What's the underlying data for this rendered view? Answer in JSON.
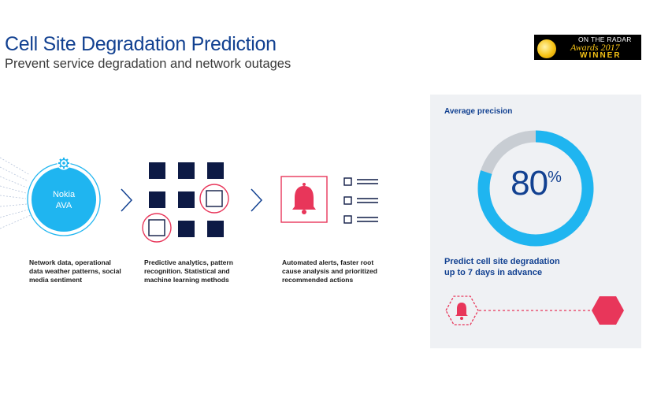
{
  "header": {
    "title": "Cell Site Degradation Prediction",
    "subtitle": "Prevent service degradation and network outages"
  },
  "badge": {
    "line1": "ON THE RADAR",
    "line2": "Awards 2017",
    "line3": "WINNER"
  },
  "steps": [
    {
      "circle_line1": "Nokia",
      "circle_line2": "AVA",
      "caption": [
        "Network data, operational",
        "data weather patterns, social",
        "media sentiment"
      ]
    },
    {
      "caption": [
        "Predictive analytics, pattern",
        "recognition. Statistical and",
        "machine learning methods"
      ]
    },
    {
      "caption": [
        "Automated alerts, faster root",
        "cause analysis and prioritized",
        "recommended actions"
      ]
    }
  ],
  "panel": {
    "label": "Average precision",
    "value": "80",
    "unit": "%",
    "precision": 0.8,
    "desc_line1": "Predict cell site degradation",
    "desc_line2": "up to 7 days in advance"
  },
  "icons": {
    "gear": "gear-icon",
    "arrow": "chevron-right-icon",
    "bell": "bell-icon",
    "checklist": "checklist-icon",
    "hexagon": "hexagon-icon"
  },
  "colors": {
    "brand": "#124191",
    "cyan": "#1fb5f0",
    "red": "#e8365a",
    "grey": "#c8cdd3"
  }
}
